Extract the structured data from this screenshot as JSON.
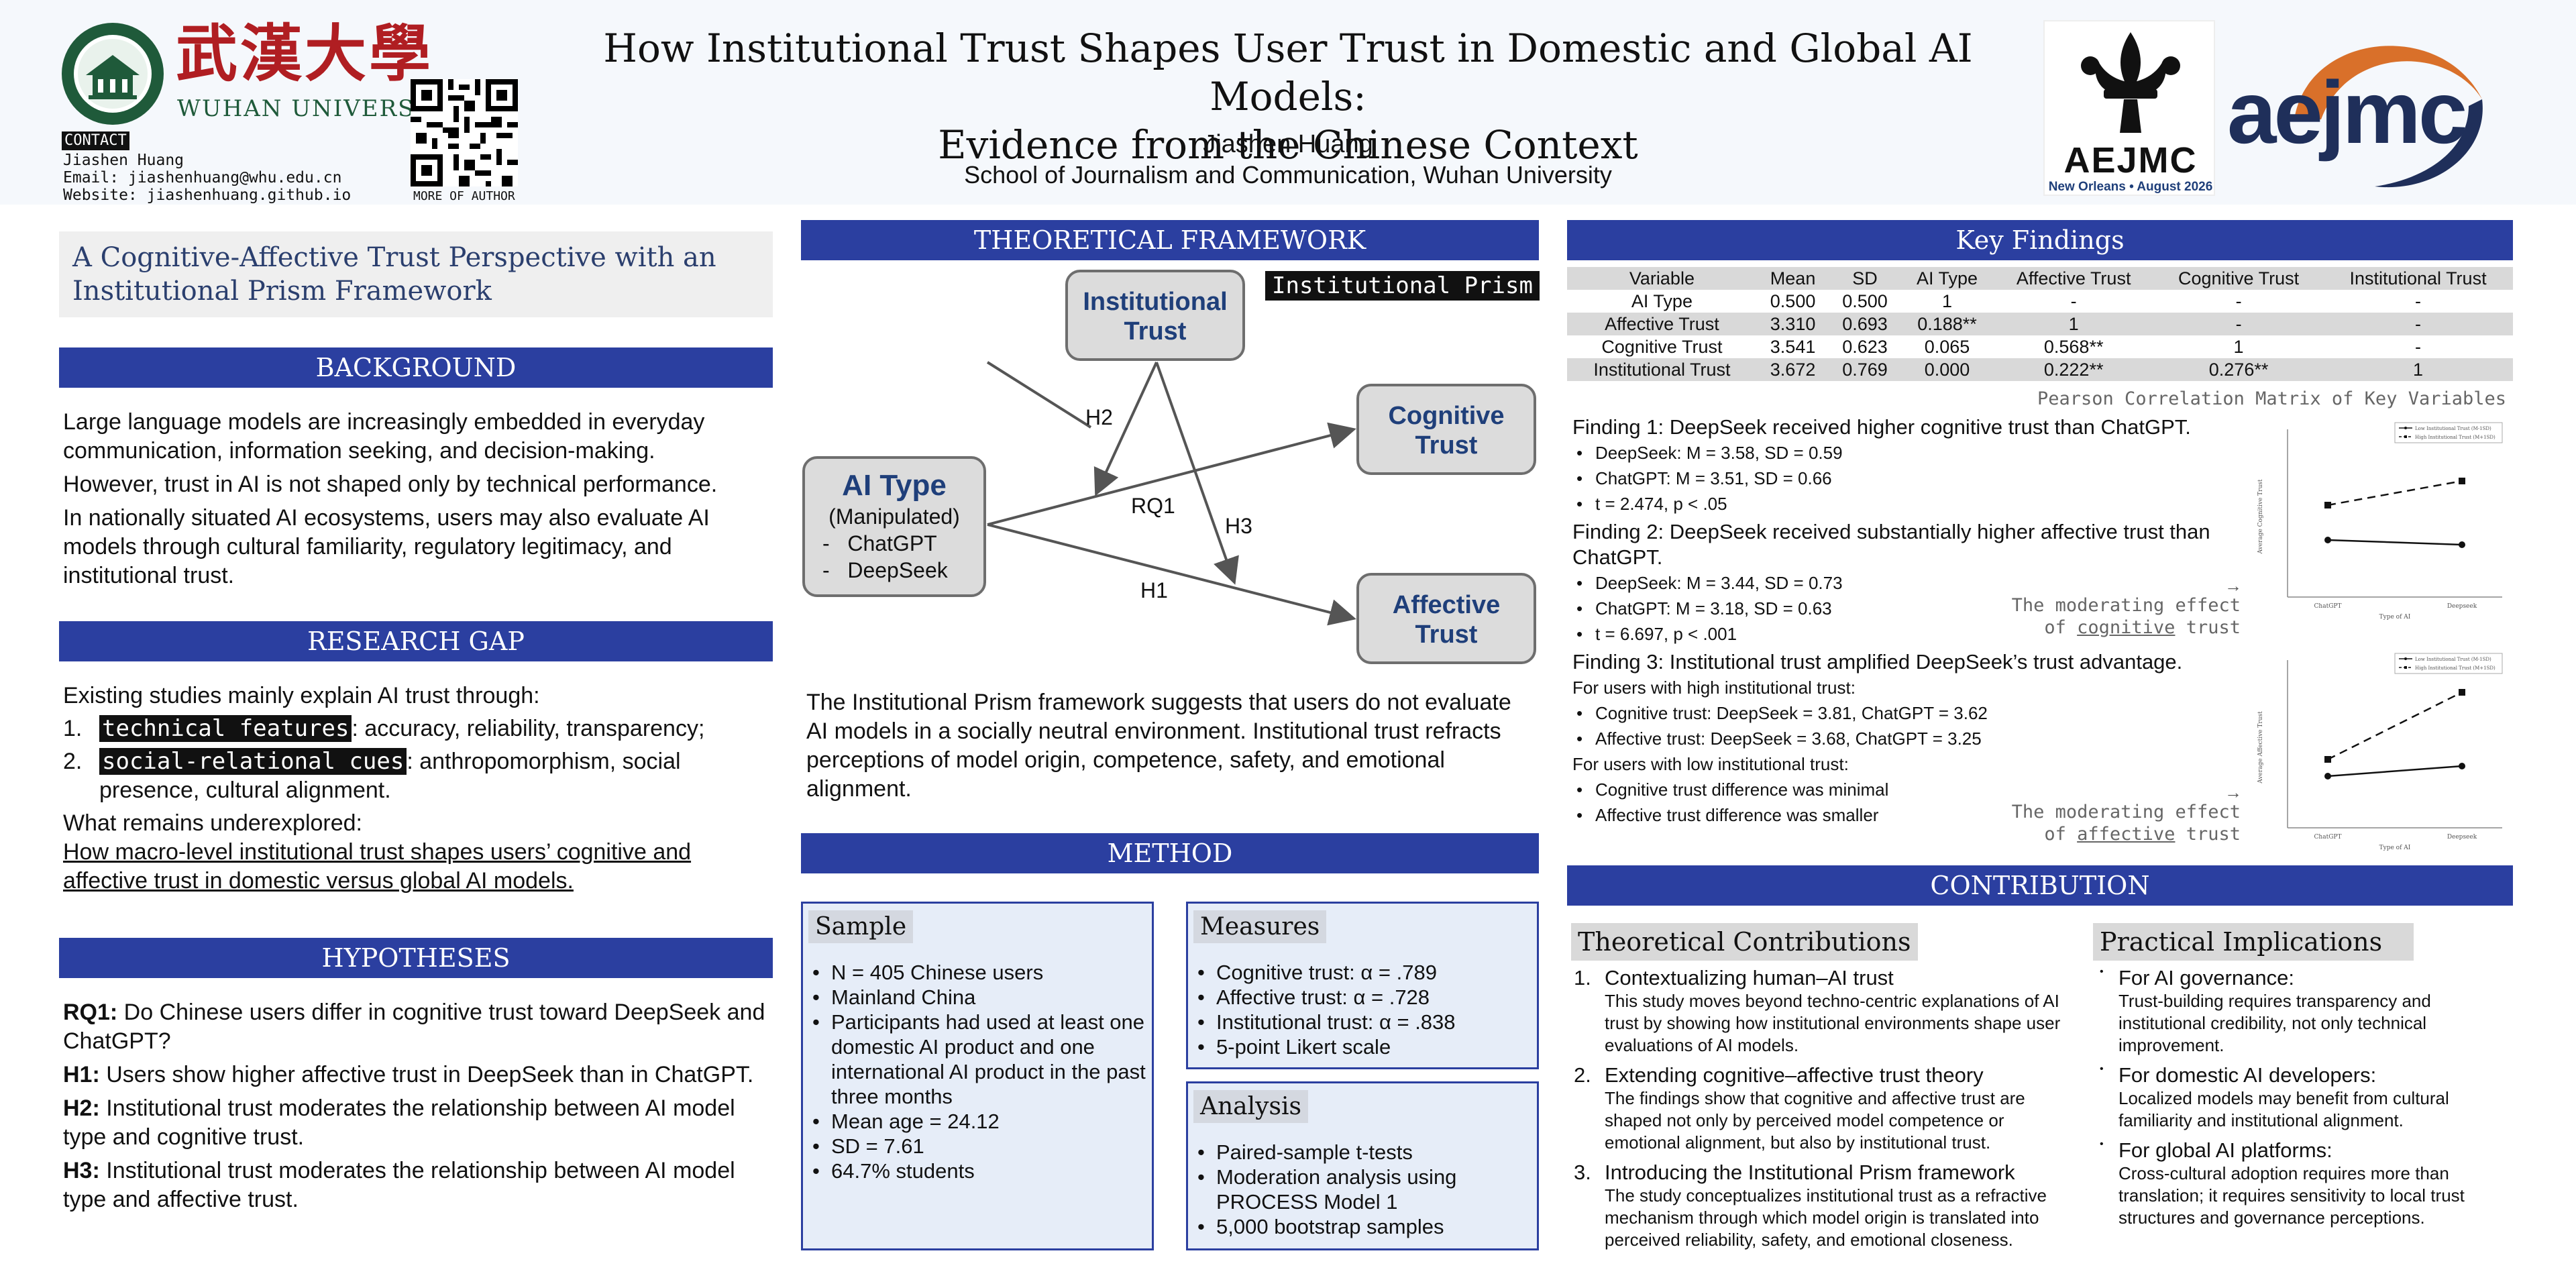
{
  "header": {
    "title_line1": "How Institutional Trust Shapes User Trust in Domestic and Global AI Models:",
    "title_line2": "Evidence from the Chinese Context",
    "author": "Jiashen Huang",
    "affiliation": "School of Journalism and Communication, Wuhan University",
    "uni_cn": "武漢大學",
    "uni_en": "WUHAN UNIVERSITY",
    "contact_label": "CONTACT",
    "contact_name": "Jiashen Huang",
    "contact_email": "Email: jiashenhuang@whu.edu.cn",
    "contact_web": "Website: jiashenhuang.github.io",
    "qr_caption": "MORE OF AUTHOR",
    "aejmc_short": "AEJMC",
    "aejmc_sub": "New Orleans • August 2026",
    "aejmc_big": "aejmc"
  },
  "left": {
    "perspective": "A Cognitive-Affective Trust Perspective with an Institutional Prism Framework",
    "background_title": "BACKGROUND",
    "background_p1": "Large language models are increasingly embedded in everyday communication, information seeking, and decision-making.",
    "background_p2": "However, trust in AI is not shaped only by technical performance.",
    "background_p3": "In nationally situated AI ecosystems, users may also evaluate AI models through cultural familiarity, regulatory legitimacy, and institutional trust.",
    "gap_title": "RESEARCH GAP",
    "gap_intro": "Existing studies mainly explain AI trust through:",
    "gap_item1_num": "1.",
    "gap_item1_hl": "technical features",
    "gap_item1_rest": ": accuracy, reliability, transparency;",
    "gap_item2_num": "2.",
    "gap_item2_hl": "social-relational cues",
    "gap_item2_rest": ": anthropomorphism, social",
    "gap_item2_rest2": "presence, cultural alignment.",
    "gap_under_title": "What remains underexplored:",
    "gap_under_text": "How macro-level institutional trust shapes users’ cognitive and affective trust in domestic versus global AI models.",
    "hyp_title": "HYPOTHESES",
    "rq1_label": "RQ1:",
    "rq1": " Do Chinese users differ in cognitive trust toward DeepSeek and ChatGPT?",
    "h1_label": "H1:",
    "h1": " Users show higher affective trust in DeepSeek than in ChatGPT.",
    "h2_label": "H2:",
    "h2": " Institutional trust moderates the relationship between AI model type and cognitive trust.",
    "h3_label": "H3:",
    "h3": " Institutional trust moderates the relationship between AI model type and affective trust."
  },
  "middle": {
    "framework_title": "THEORETICAL FRAMEWORK",
    "prism_label": "Institutional Prism",
    "node_inst": "Institutional Trust",
    "node_cog": "Cognitive Trust",
    "node_aff": "Affective Trust",
    "node_ai_title": "AI Type",
    "node_ai_sub": "(Manipulated)",
    "node_ai_i1": "-   ChatGPT",
    "node_ai_i2": "-   DeepSeek",
    "path_h2": "H2",
    "path_rq1": "RQ1",
    "path_h3": "H3",
    "path_h1": "H1",
    "framework_text": "The Institutional Prism framework suggests that users do not evaluate AI models in a socially neutral environment. Institutional trust refracts perceptions of model origin, competence, safety, and emotional alignment.",
    "method_title": "METHOD",
    "sample_title": "Sample",
    "sample_items": [
      "N = 405 Chinese users",
      "Mainland China",
      "Participants had used at least one domestic AI product and one international AI product in the past three months",
      "Mean age = 24.12",
      "SD = 7.61",
      "64.7% students"
    ],
    "measures_title": "Measures",
    "measures_items": [
      "Cognitive trust: α = .789",
      "Affective trust: α = .728",
      "Institutional trust: α = .838",
      "5-point Likert scale"
    ],
    "analysis_title": "Analysis",
    "analysis_items": [
      "Paired-sample t-tests",
      "Moderation analysis using PROCESS Model 1",
      "5,000 bootstrap samples"
    ]
  },
  "right": {
    "findings_title": "Key Findings",
    "table": {
      "headers": [
        "Variable",
        "Mean",
        "SD",
        "AI Type",
        "Affective Trust",
        "Cognitive Trust",
        "Institutional Trust"
      ],
      "rows": [
        [
          "AI Type",
          "0.500",
          "0.500",
          "1",
          "-",
          "-",
          "-"
        ],
        [
          "Affective Trust",
          "3.310",
          "0.693",
          "0.188**",
          "1",
          "-",
          "-"
        ],
        [
          "Cognitive Trust",
          "3.541",
          "0.623",
          "0.065",
          "0.568**",
          "1",
          "-"
        ],
        [
          "Institutional Trust",
          "3.672",
          "0.769",
          "0.000",
          "0.222**",
          "0.276**",
          "1"
        ]
      ],
      "caption": "Pearson Correlation Matrix of Key Variables"
    },
    "f1_title": "Finding 1: DeepSeek received higher cognitive trust than ChatGPT.",
    "f1_items": [
      "DeepSeek: M = 3.58, SD = 0.59",
      "ChatGPT: M = 3.51, SD = 0.66",
      "t = 2.474, p < .05"
    ],
    "f2_title": "Finding 2: DeepSeek received substantially higher affective trust than ChatGPT.",
    "f2_items": [
      "DeepSeek: M = 3.44, SD = 0.73",
      "ChatGPT: M = 3.18, SD = 0.63",
      "t = 6.697, p < .001"
    ],
    "f3_title": "Finding 3: Institutional trust amplified DeepSeek’s trust advantage.",
    "f3_high": "For users with high institutional trust:",
    "f3_high_items": [
      "Cognitive trust: DeepSeek = 3.81, ChatGPT = 3.62",
      "Affective trust: DeepSeek = 3.68, ChatGPT = 3.25"
    ],
    "f3_low": "For users with low institutional trust:",
    "f3_low_items": [
      "Cognitive trust difference was minimal",
      "Affective trust difference was smaller"
    ],
    "cap1_a": "The moderating effect",
    "cap1_b": "of ",
    "cap1_u": "cognitive",
    "cap1_c": " trust",
    "cap2_a": "The moderating effect",
    "cap2_b": "of ",
    "cap2_u": "affective",
    "cap2_c": " trust",
    "plot1_ylabel": "Average Cognitive Trust",
    "plot2_ylabel": "Average Affective Trust",
    "plot_xlabel": "Type of AI",
    "legend_low": "Low Institutional Trust (M-1SD)",
    "legend_high": "High Institutional Trust (M+1SD)",
    "contrib_title": "CONTRIBUTION",
    "theory_title": "Theoretical Contributions",
    "theory": [
      {
        "num": "1.",
        "head": "Contextualizing human–AI trust",
        "body": "This study moves beyond techno-centric explanations of AI trust by showing how institutional environments shape user evaluations of AI models."
      },
      {
        "num": "2.",
        "head": "Extending cognitive–affective trust theory",
        "body": "The findings show that cognitive and affective trust are shaped not only by perceived model competence or emotional alignment, but also by institutional trust."
      },
      {
        "num": "3.",
        "head": "Introducing the Institutional Prism framework",
        "body": "The study conceptualizes institutional trust as a refractive mechanism through which model origin is translated into perceived reliability, safety, and emotional closeness."
      }
    ],
    "practical_title": "Practical Implications",
    "practical": [
      {
        "head": "For AI governance:",
        "body": "Trust-building requires transparency and institutional credibility, not only technical improvement."
      },
      {
        "head": "For domestic AI developers:",
        "body": "Localized models may benefit from cultural familiarity and institutional alignment."
      },
      {
        "head": "For global AI platforms:",
        "body": "Cross-cultural adoption requires more than translation; it requires sensitivity to local trust structures and governance perceptions."
      }
    ]
  }
}
